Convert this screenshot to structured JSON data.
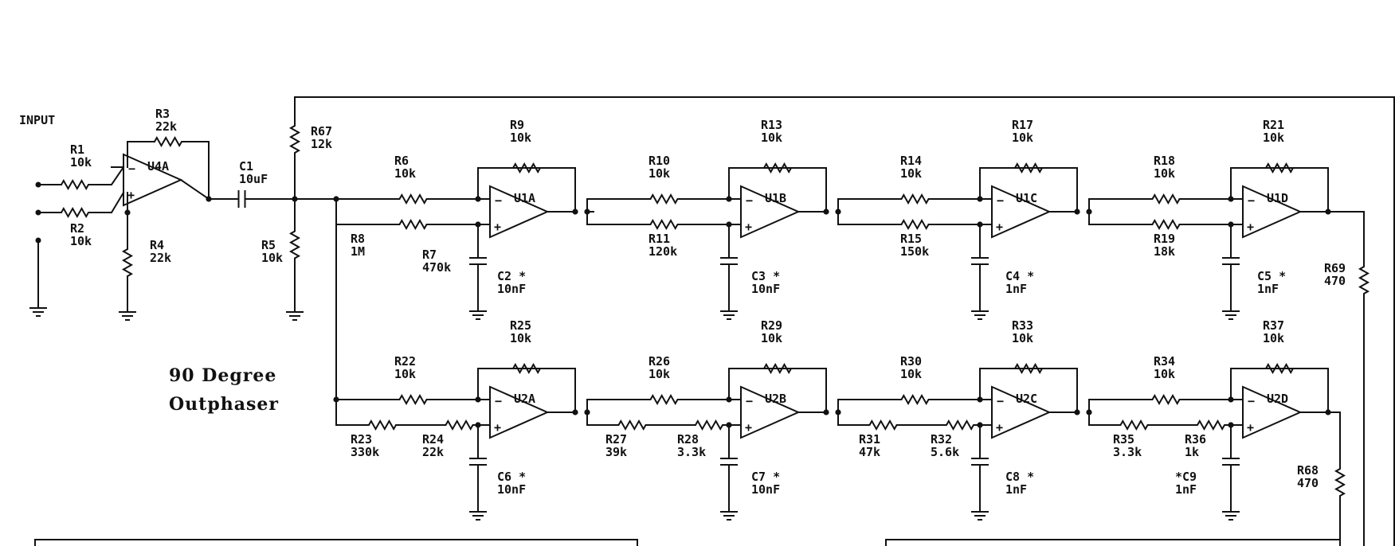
{
  "title": [
    "90 Degree",
    "Outphaser"
  ],
  "input_label": "INPUT",
  "components": {
    "R1": [
      "R1",
      "10k"
    ],
    "R2": [
      "R2",
      "10k"
    ],
    "R3": [
      "R3",
      "22k"
    ],
    "R4": [
      "R4",
      "22k"
    ],
    "R5": [
      "R5",
      "10k"
    ],
    "R6": [
      "R6",
      "10k"
    ],
    "R7": [
      "R7",
      "470k"
    ],
    "R8": [
      "R8",
      "1M"
    ],
    "R9": [
      "R9",
      "10k"
    ],
    "R10": [
      "R10",
      "10k"
    ],
    "R11": [
      "R11",
      "120k"
    ],
    "R13": [
      "R13",
      "10k"
    ],
    "R14": [
      "R14",
      "10k"
    ],
    "R15": [
      "R15",
      "150k"
    ],
    "R17": [
      "R17",
      "10k"
    ],
    "R18": [
      "R18",
      "10k"
    ],
    "R19": [
      "R19",
      "18k"
    ],
    "R21": [
      "R21",
      "10k"
    ],
    "R22": [
      "R22",
      "10k"
    ],
    "R23": [
      "R23",
      "330k"
    ],
    "R24": [
      "R24",
      "22k"
    ],
    "R25": [
      "R25",
      "10k"
    ],
    "R26": [
      "R26",
      "10k"
    ],
    "R27": [
      "R27",
      "39k"
    ],
    "R28": [
      "R28",
      "3.3k"
    ],
    "R29": [
      "R29",
      "10k"
    ],
    "R30": [
      "R30",
      "10k"
    ],
    "R31": [
      "R31",
      "47k"
    ],
    "R32": [
      "R32",
      "5.6k"
    ],
    "R33": [
      "R33",
      "10k"
    ],
    "R34": [
      "R34",
      "10k"
    ],
    "R35": [
      "R35",
      "3.3k"
    ],
    "R36": [
      "R36",
      "1k"
    ],
    "R37": [
      "R37",
      "10k"
    ],
    "R67": [
      "R67",
      "12k"
    ],
    "R68": [
      "R68",
      "470"
    ],
    "R69": [
      "R69",
      "470"
    ],
    "C1": [
      "C1",
      "10uF"
    ],
    "C2": [
      "C2 *",
      "10nF"
    ],
    "C3": [
      "C3 *",
      "10nF"
    ],
    "C4": [
      "C4 *",
      "1nF"
    ],
    "C5": [
      "C5 *",
      "1nF"
    ],
    "C6": [
      "C6 *",
      "10nF"
    ],
    "C7": [
      "C7 *",
      "10nF"
    ],
    "C8": [
      "C8 *",
      "1nF"
    ],
    "C9": [
      "*C9",
      "1nF"
    ]
  },
  "opamps": {
    "U4A": "U4A",
    "U1A": "U1A",
    "U1B": "U1B",
    "U1C": "U1C",
    "U1D": "U1D",
    "U2A": "U2A",
    "U2B": "U2B",
    "U2C": "U2C",
    "U2D": "U2D"
  },
  "pin_signs": {
    "minus": "−",
    "plus": "+"
  }
}
